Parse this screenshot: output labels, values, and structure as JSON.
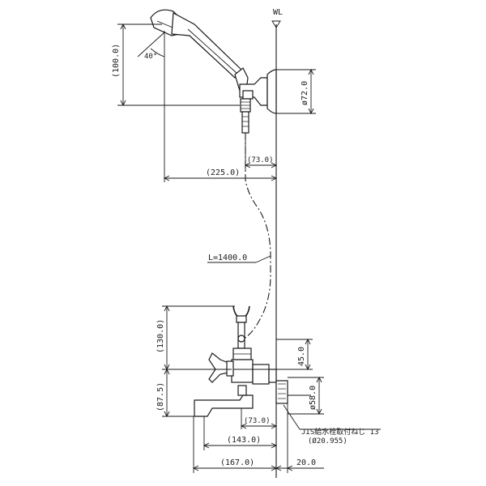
{
  "wall_label": "WL",
  "dimensions": {
    "showerhead_height": "(100.0)",
    "showerhead_angle": "40°",
    "bracket_diameter": "ø72.0",
    "bracket_offset": "(73.0)",
    "showerhead_reach": "(225.0)",
    "hose_length": "L=1400.0",
    "holder_height": "(130.0)",
    "top_offset": "45.0",
    "spout_height": "(87.5)",
    "inlet_diameter": "ø58.0",
    "body_offset": "(73.0)",
    "spout_reach": "(143.0)",
    "total_reach": "(167.0)",
    "wall_gap": "20.0"
  },
  "notes": {
    "jis_thread": "JIS給水栓取付ねじ 13",
    "thread_size": "(Ø20.955)"
  }
}
